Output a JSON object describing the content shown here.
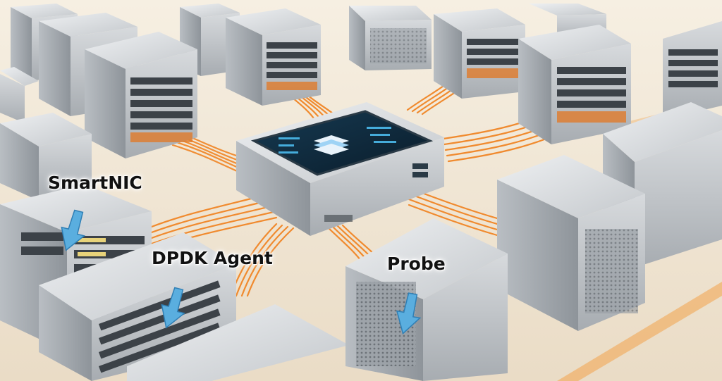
{
  "annotations": {
    "smartnic_label": "SmartNIC",
    "dpdk_label": "DPDK Agent",
    "probe_label": "Probe"
  },
  "colors": {
    "floor": "#efe6d6",
    "cable": "#f08a2e",
    "arrow": "#5aaedf",
    "metal": "#c9cdd2",
    "screen": "#0f2a3c"
  },
  "icon_names": [
    "down-arrow-icon",
    "server-stack-icon",
    "central-hub-icon"
  ]
}
